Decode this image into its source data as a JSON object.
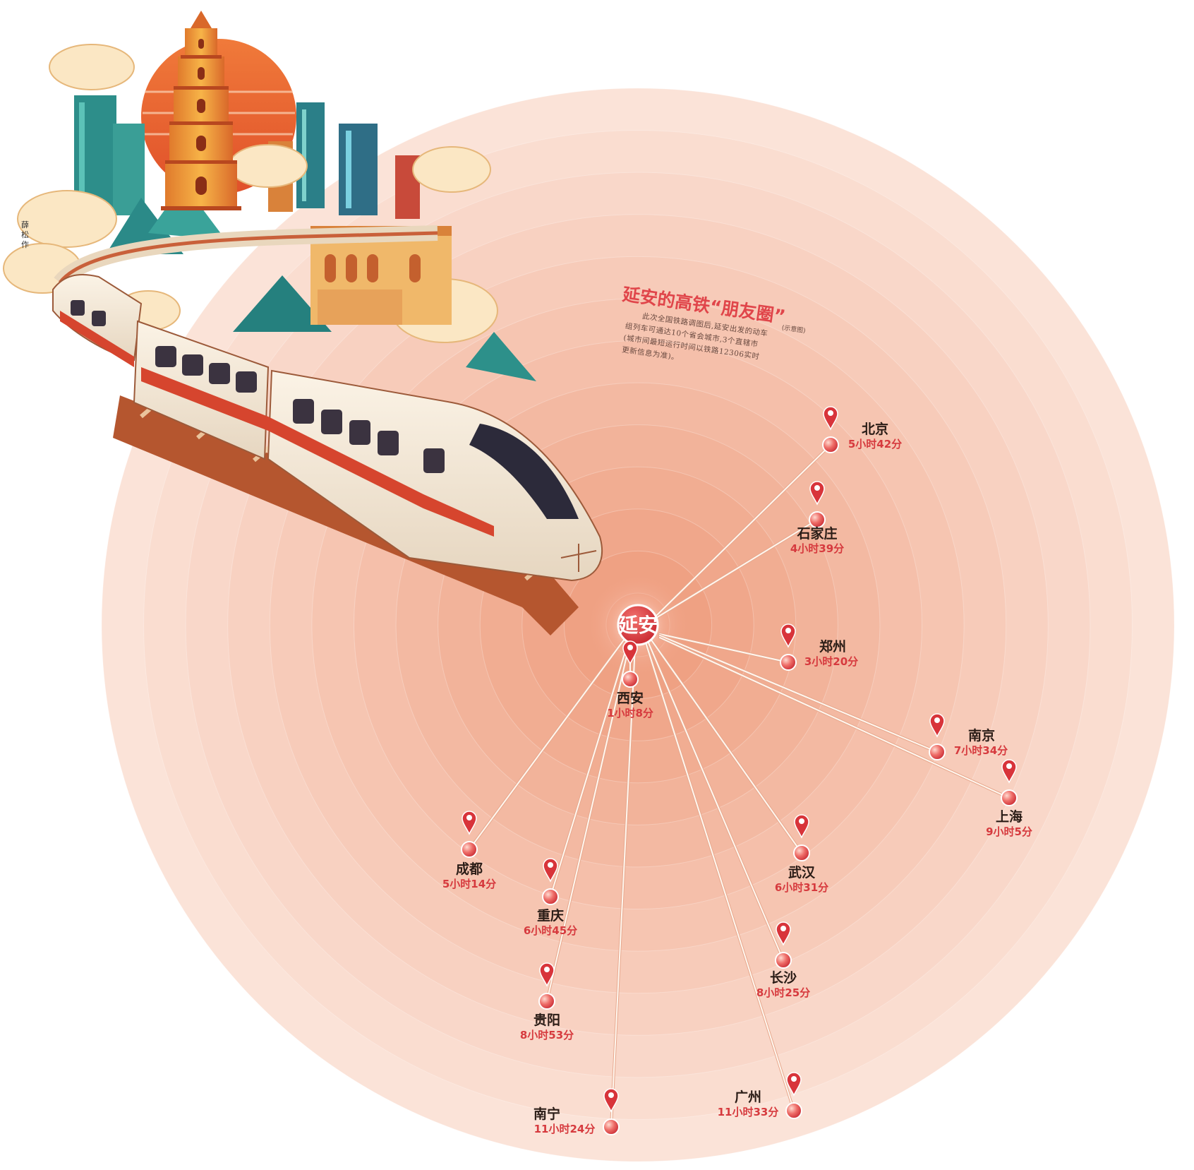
{
  "title": "延安的高铁“朋友圈”",
  "title_note": "(示意图)",
  "description": [
    "此次全国铁路调图后,延安出发的动车",
    "组列车可通达10个省会城市,3个直辖市",
    "(城市间最短运行时间以铁路12306实时",
    "更新信息为准)。"
  ],
  "credit": [
    "薛",
    "松",
    "作"
  ],
  "hub": {
    "name": "延安"
  },
  "destinations": [
    {
      "name": "北京",
      "time": "5小时42分"
    },
    {
      "name": "石家庄",
      "time": "4小时39分"
    },
    {
      "name": "郑州",
      "time": "3小时20分"
    },
    {
      "name": "南京",
      "time": "7小时34分"
    },
    {
      "name": "上海",
      "time": "9小时5分"
    },
    {
      "name": "武汉",
      "time": "6小时31分"
    },
    {
      "name": "长沙",
      "time": "8小时25分"
    },
    {
      "name": "广州",
      "time": "11小时33分"
    },
    {
      "name": "西安",
      "time": "1小时8分"
    },
    {
      "name": "成都",
      "time": "5小时14分"
    },
    {
      "name": "重庆",
      "time": "6小时45分"
    },
    {
      "name": "贵阳",
      "time": "8小时53分"
    },
    {
      "name": "南宁",
      "time": "11小时24分"
    }
  ],
  "colors": {
    "ring_outer": "#fbe3d8",
    "ring_inner": "#ee9b7b",
    "hub": "#e0454a",
    "pin": "#d8343a",
    "node": "#e25b5d",
    "time_text": "#d63a3e",
    "line": "#fff7ef"
  },
  "illustration": "high-speed-train-with-pagoda-and-cityscape"
}
